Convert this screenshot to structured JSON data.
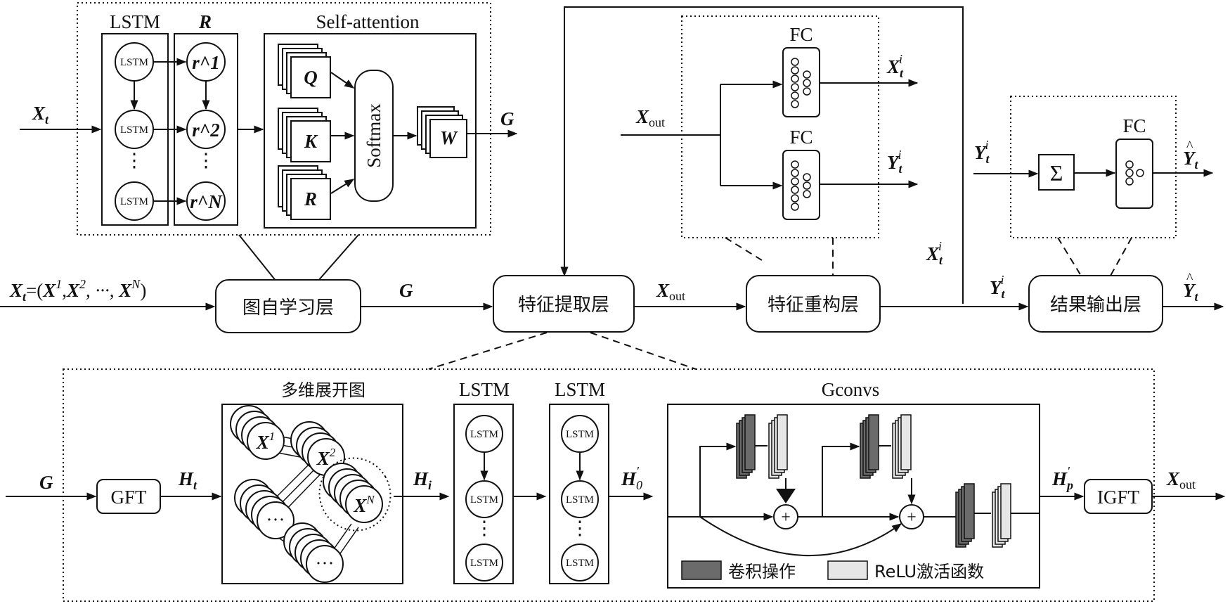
{
  "main_flow": {
    "input_label": "X_t = (X^1, X^2, ···, X^N)",
    "graph_learning_layer": "图自学习层",
    "edge_g": "G",
    "feature_extraction_layer": "特征提取层",
    "edge_xout": "X_out",
    "feature_reconstruction_layer": "特征重构层",
    "edge_y": "Y_t^i",
    "edge_x_feedback": "X_t^i",
    "result_output_layer": "结果输出层",
    "output_label": "Ŷ_t"
  },
  "graph_learning_detail": {
    "input": "X_t",
    "lstm_column_title": "LSTM",
    "lstm_cell": "LSTM",
    "r_column_title": "R",
    "r_nodes": [
      "r^1",
      "r^2",
      "r^N"
    ],
    "vertical_ellipsis": "⋮",
    "attention_title": "Self-attention",
    "q": "Q",
    "k": "K",
    "r": "R",
    "softmax": "Softmax",
    "w": "W",
    "output": "G"
  },
  "reconstruction_detail": {
    "input": "X_out",
    "fc_top": "FC",
    "fc_bottom": "FC",
    "out_x": "X_t^i",
    "out_y": "Y_t^i"
  },
  "output_detail": {
    "input": "Y_t^i",
    "sum_symbol": "Σ",
    "fc": "FC",
    "output": "Ŷ_t"
  },
  "extraction_detail": {
    "input": "G",
    "gft": "GFT",
    "h_t": "H_t",
    "graph_title": "多维展开图",
    "graph_nodes": [
      "X^1",
      "X^2",
      "X^N",
      "···",
      "···"
    ],
    "h_i": "H_i",
    "lstm1_title": "LSTM",
    "lstm2_title": "LSTM",
    "lstm_cell": "LSTM",
    "h0": "H_0'",
    "gconvs_title": "Gconvs",
    "legend_conv": "卷积操作",
    "legend_relu": "ReLU激活函数",
    "hp": "H_p'",
    "igft": "IGFT",
    "output": "X_out"
  }
}
